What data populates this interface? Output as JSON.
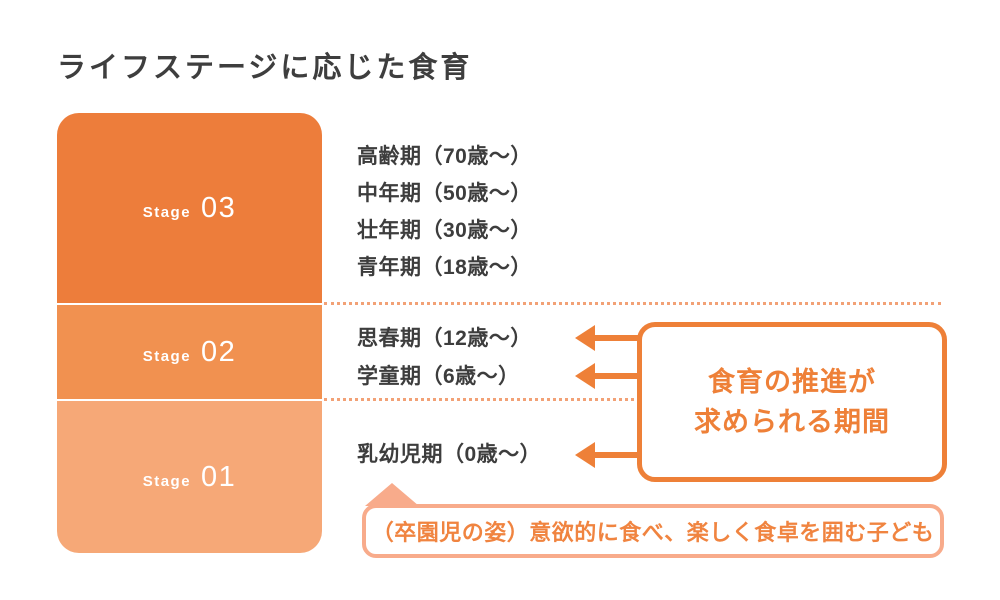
{
  "title": "ライフステージに応じた食育",
  "colors": {
    "stage3_bg": "#ed7d3b",
    "stage2_bg": "#f19150",
    "stage1_bg": "#f6a877",
    "accent_orange": "#ee8038",
    "dotted_line": "#f2a176",
    "note_border": "#f8ab8b",
    "note_text": "#f08440",
    "dark_text": "#3e3e3e"
  },
  "stage_blocks": [
    {
      "label_word": "Stage",
      "label_number": "03",
      "periods": [
        "高齢期（70歳〜）",
        "中年期（50歳〜）",
        "壮年期（30歳〜）",
        "青年期（18歳〜）"
      ]
    },
    {
      "label_word": "Stage",
      "label_number": "02",
      "periods": [
        "思春期（12歳〜）",
        "学童期（6歳〜）"
      ]
    },
    {
      "label_word": "Stage",
      "label_number": "01",
      "periods": [
        "乳幼児期（0歳〜）"
      ]
    }
  ],
  "callout": {
    "line1": "食育の推進が",
    "line2": "求められる期間"
  },
  "note": "（卒園児の姿）意欲的に食べ、楽しく食卓を囲む子ども"
}
